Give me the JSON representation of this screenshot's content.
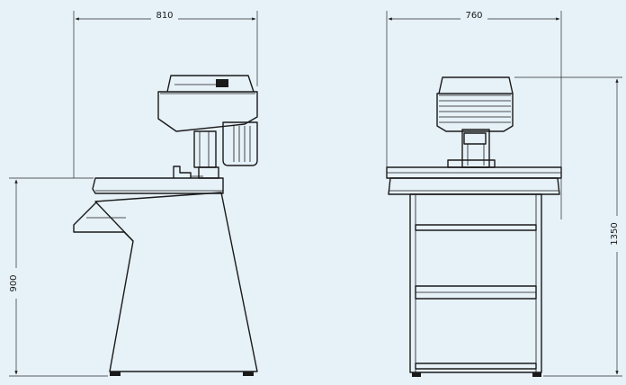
{
  "dimensions": {
    "side_width": "810",
    "front_width": "760",
    "table_height": "900",
    "overall_height": "1350"
  },
  "colors": {
    "background": "#e6f1f8",
    "ink": "#1a1a1a"
  }
}
